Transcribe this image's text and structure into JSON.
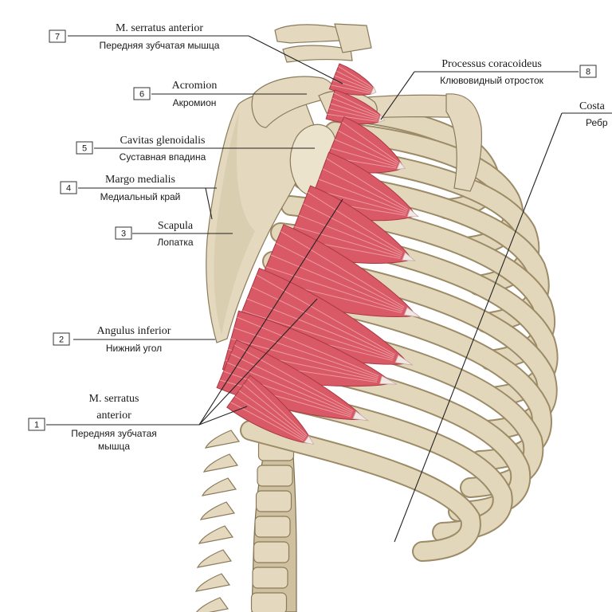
{
  "labels": [
    {
      "num": "7",
      "latin": "M. serratus anterior",
      "russian": "Передняя зубчатая мышца"
    },
    {
      "num": "6",
      "latin": "Acromion",
      "russian": "Акромион"
    },
    {
      "num": "5",
      "latin": "Cavitas glenoidalis",
      "russian": "Суставная впадина"
    },
    {
      "num": "4",
      "latin": "Margo medialis",
      "russian": "Медиальный край"
    },
    {
      "num": "3",
      "latin": "Scapula",
      "russian": "Лопатка"
    },
    {
      "num": "2",
      "latin": "Angulus inferior",
      "russian": "Нижний угол"
    },
    {
      "num": "1",
      "latin": "M. serratus",
      "latin2": "anterior",
      "russian": "Передняя зубчатая",
      "russian2": "мышца"
    },
    {
      "num": "8",
      "latin": "Processus coracoideus",
      "russian": "Клювовидный отросток"
    },
    {
      "num": "",
      "latin": "Costa",
      "russian": "Ребр"
    }
  ],
  "colors": {
    "muscle": "#d95a66",
    "bone": "#e4d9bf",
    "bone_shadow": "#9c8b66"
  }
}
